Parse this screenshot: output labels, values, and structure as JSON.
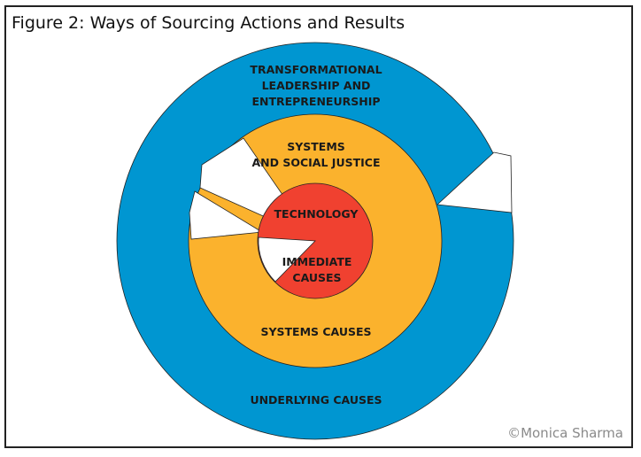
{
  "figure": {
    "title": "Figure 2: Ways of Sourcing Actions and Results",
    "copyright": "©Monica Sharma"
  },
  "rings": {
    "outer": {
      "color": "#0096d1",
      "label_top": [
        "TRANSFORMATIONAL",
        "LEADERSHIP AND",
        "ENTREPRENEURSHIP"
      ],
      "label_bottom": "UNDERLYING CAUSES"
    },
    "middle": {
      "color": "#fbb22d",
      "label_top": [
        "SYSTEMS",
        "AND SOCIAL JUSTICE"
      ],
      "label_bottom": "SYSTEMS CAUSES"
    },
    "inner": {
      "color": "#f04130",
      "label_top": "TECHNOLOGY",
      "label_bottom": [
        "IMMEDIATE",
        "CAUSES"
      ]
    }
  },
  "gap_color": "#ffffff"
}
